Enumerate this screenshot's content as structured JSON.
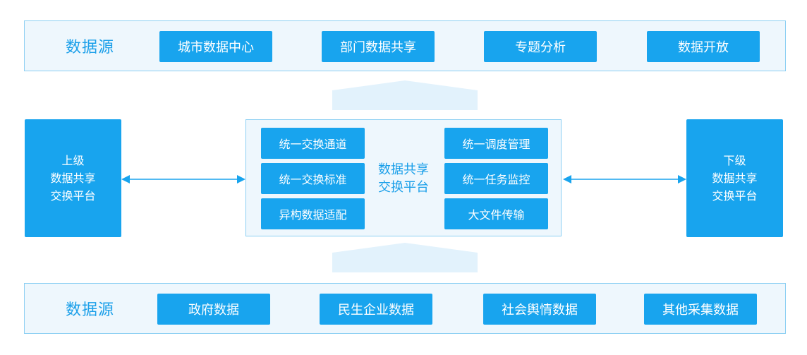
{
  "top_band": {
    "title": "数据源",
    "items": [
      "城市数据中心",
      "部门数据共享",
      "专题分析",
      "数据开放"
    ]
  },
  "bottom_band": {
    "title": "数据源",
    "items": [
      "政府数据",
      "民生企业数据",
      "社会舆情数据",
      "其他采集数据"
    ]
  },
  "left_platform": {
    "lines": [
      "上级",
      "数据共享",
      "交换平台"
    ]
  },
  "right_platform": {
    "lines": [
      "下级",
      "数据共享",
      "交换平台"
    ]
  },
  "hub": {
    "title_lines": [
      "数据共享",
      "交换平台"
    ],
    "left_modules": [
      "统一交换通道",
      "统一交换标准",
      "异构数据适配"
    ],
    "right_modules": [
      "统一调度管理",
      "统一任务监控",
      "大文件传输"
    ]
  },
  "colors": {
    "accent": "#18a4ee",
    "band_fill": "#eef7fd",
    "band_border": "#8ccff3",
    "arrow_fill": "#e2f2fc"
  }
}
